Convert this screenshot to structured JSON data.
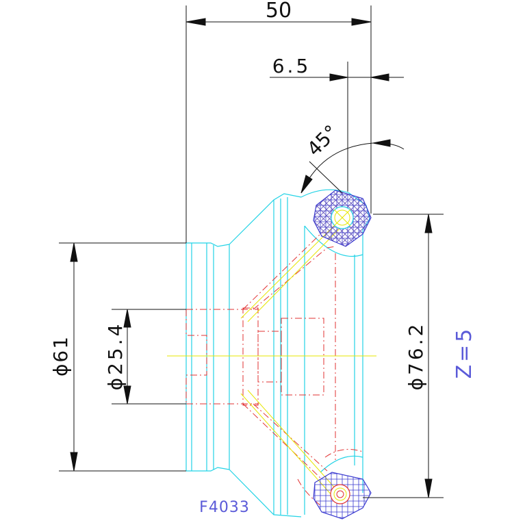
{
  "drawing": {
    "dimensions": {
      "overall_length": "50",
      "chamfer_offset": "6.5",
      "angle": "45°",
      "outer_diameter": "ϕ61",
      "bore_diameter": "ϕ25.4",
      "tip_diameter": "ϕ76.2"
    },
    "notes": {
      "teeth_count": "Z=5",
      "part_number": "F4033"
    },
    "colors": {
      "background": "#ffffff",
      "part_outline": "#22d3e6",
      "hidden_lines": "#e23232",
      "centerline": "#e6e600",
      "dimension": "#111111",
      "hatch": "#3a3ad0",
      "note_text": "#5a5ad8"
    }
  }
}
